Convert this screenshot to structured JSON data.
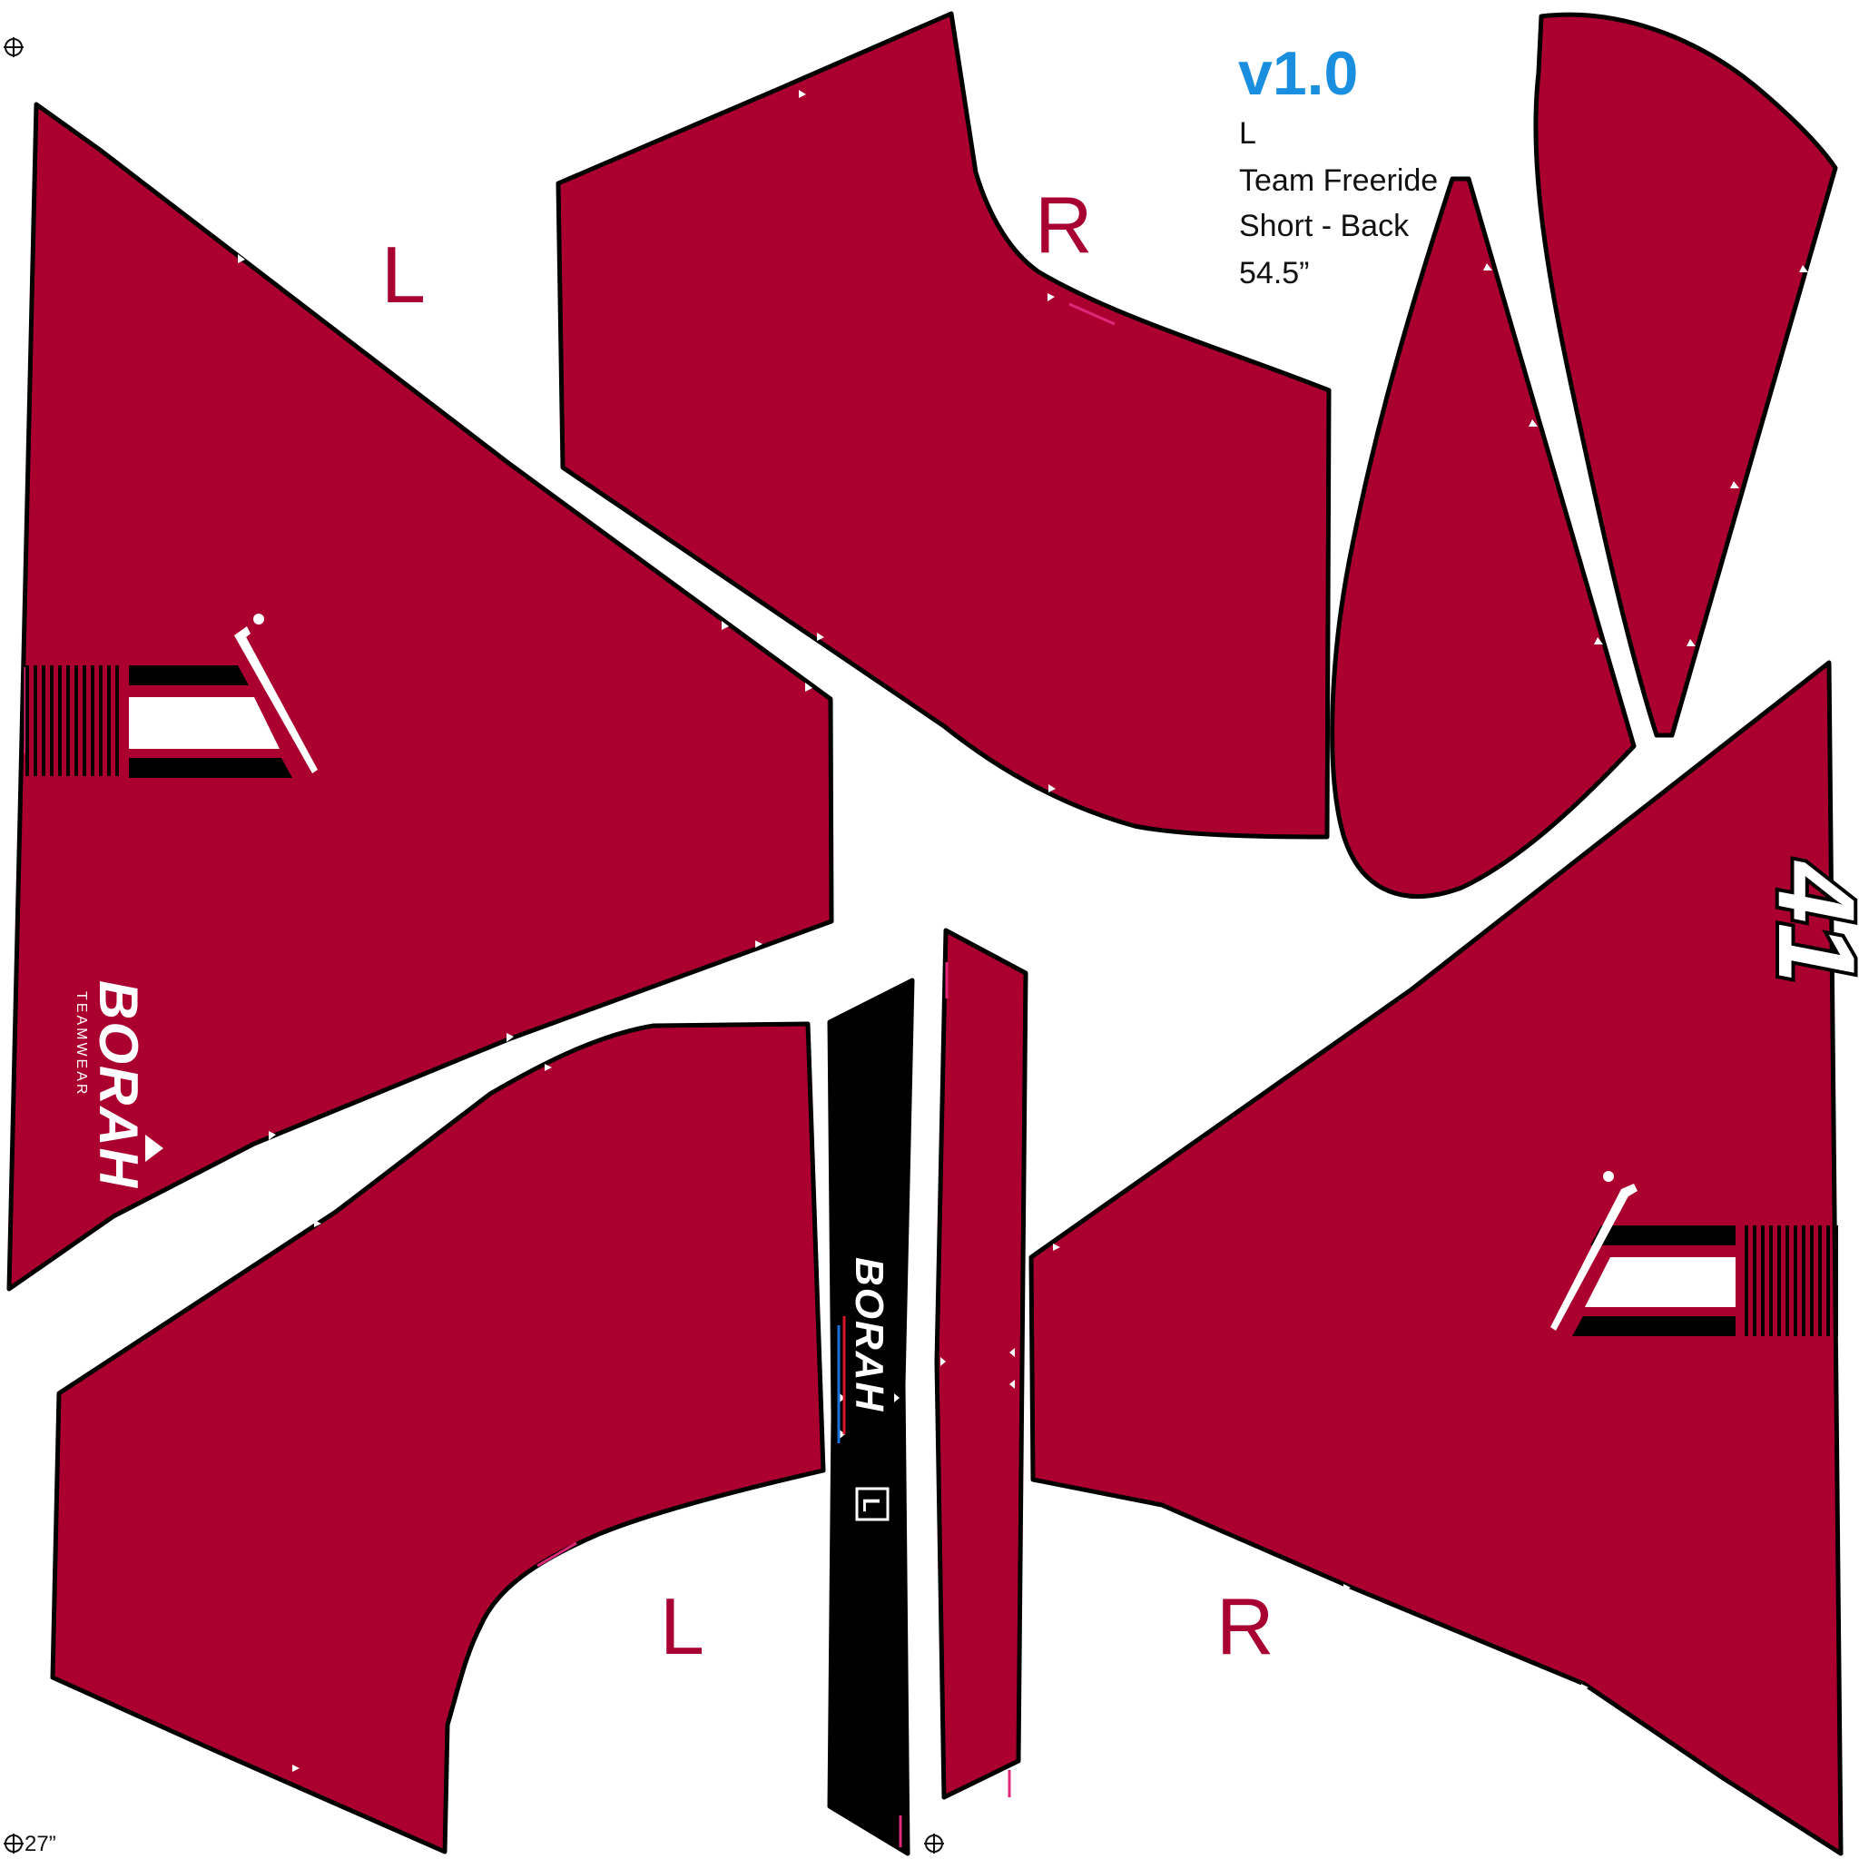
{
  "colors": {
    "panel_fill": "#ab002f",
    "panel_stroke": "#000000",
    "waistband_fill": "#000000",
    "label_color": "#a80032",
    "version_color": "#1a8fe0",
    "accent_pink": "#e0287a"
  },
  "version": "v1.0",
  "info_lines": [
    "L",
    "Team Freeride",
    "Short - Back",
    "54.5”"
  ],
  "corner_width_label": "27”",
  "panel_labels": {
    "left_upper": "L",
    "right_upper": "R",
    "left_lower": "L",
    "right_lower": "R"
  },
  "brand_name": "BORAH",
  "brand_sub": "TEAMWEAR",
  "number": "41",
  "waistband_size": "L",
  "icons": [
    "registration-mark-icon",
    "golf-club-icon",
    "stripe-graphic-icon",
    "borah-logo-icon"
  ]
}
